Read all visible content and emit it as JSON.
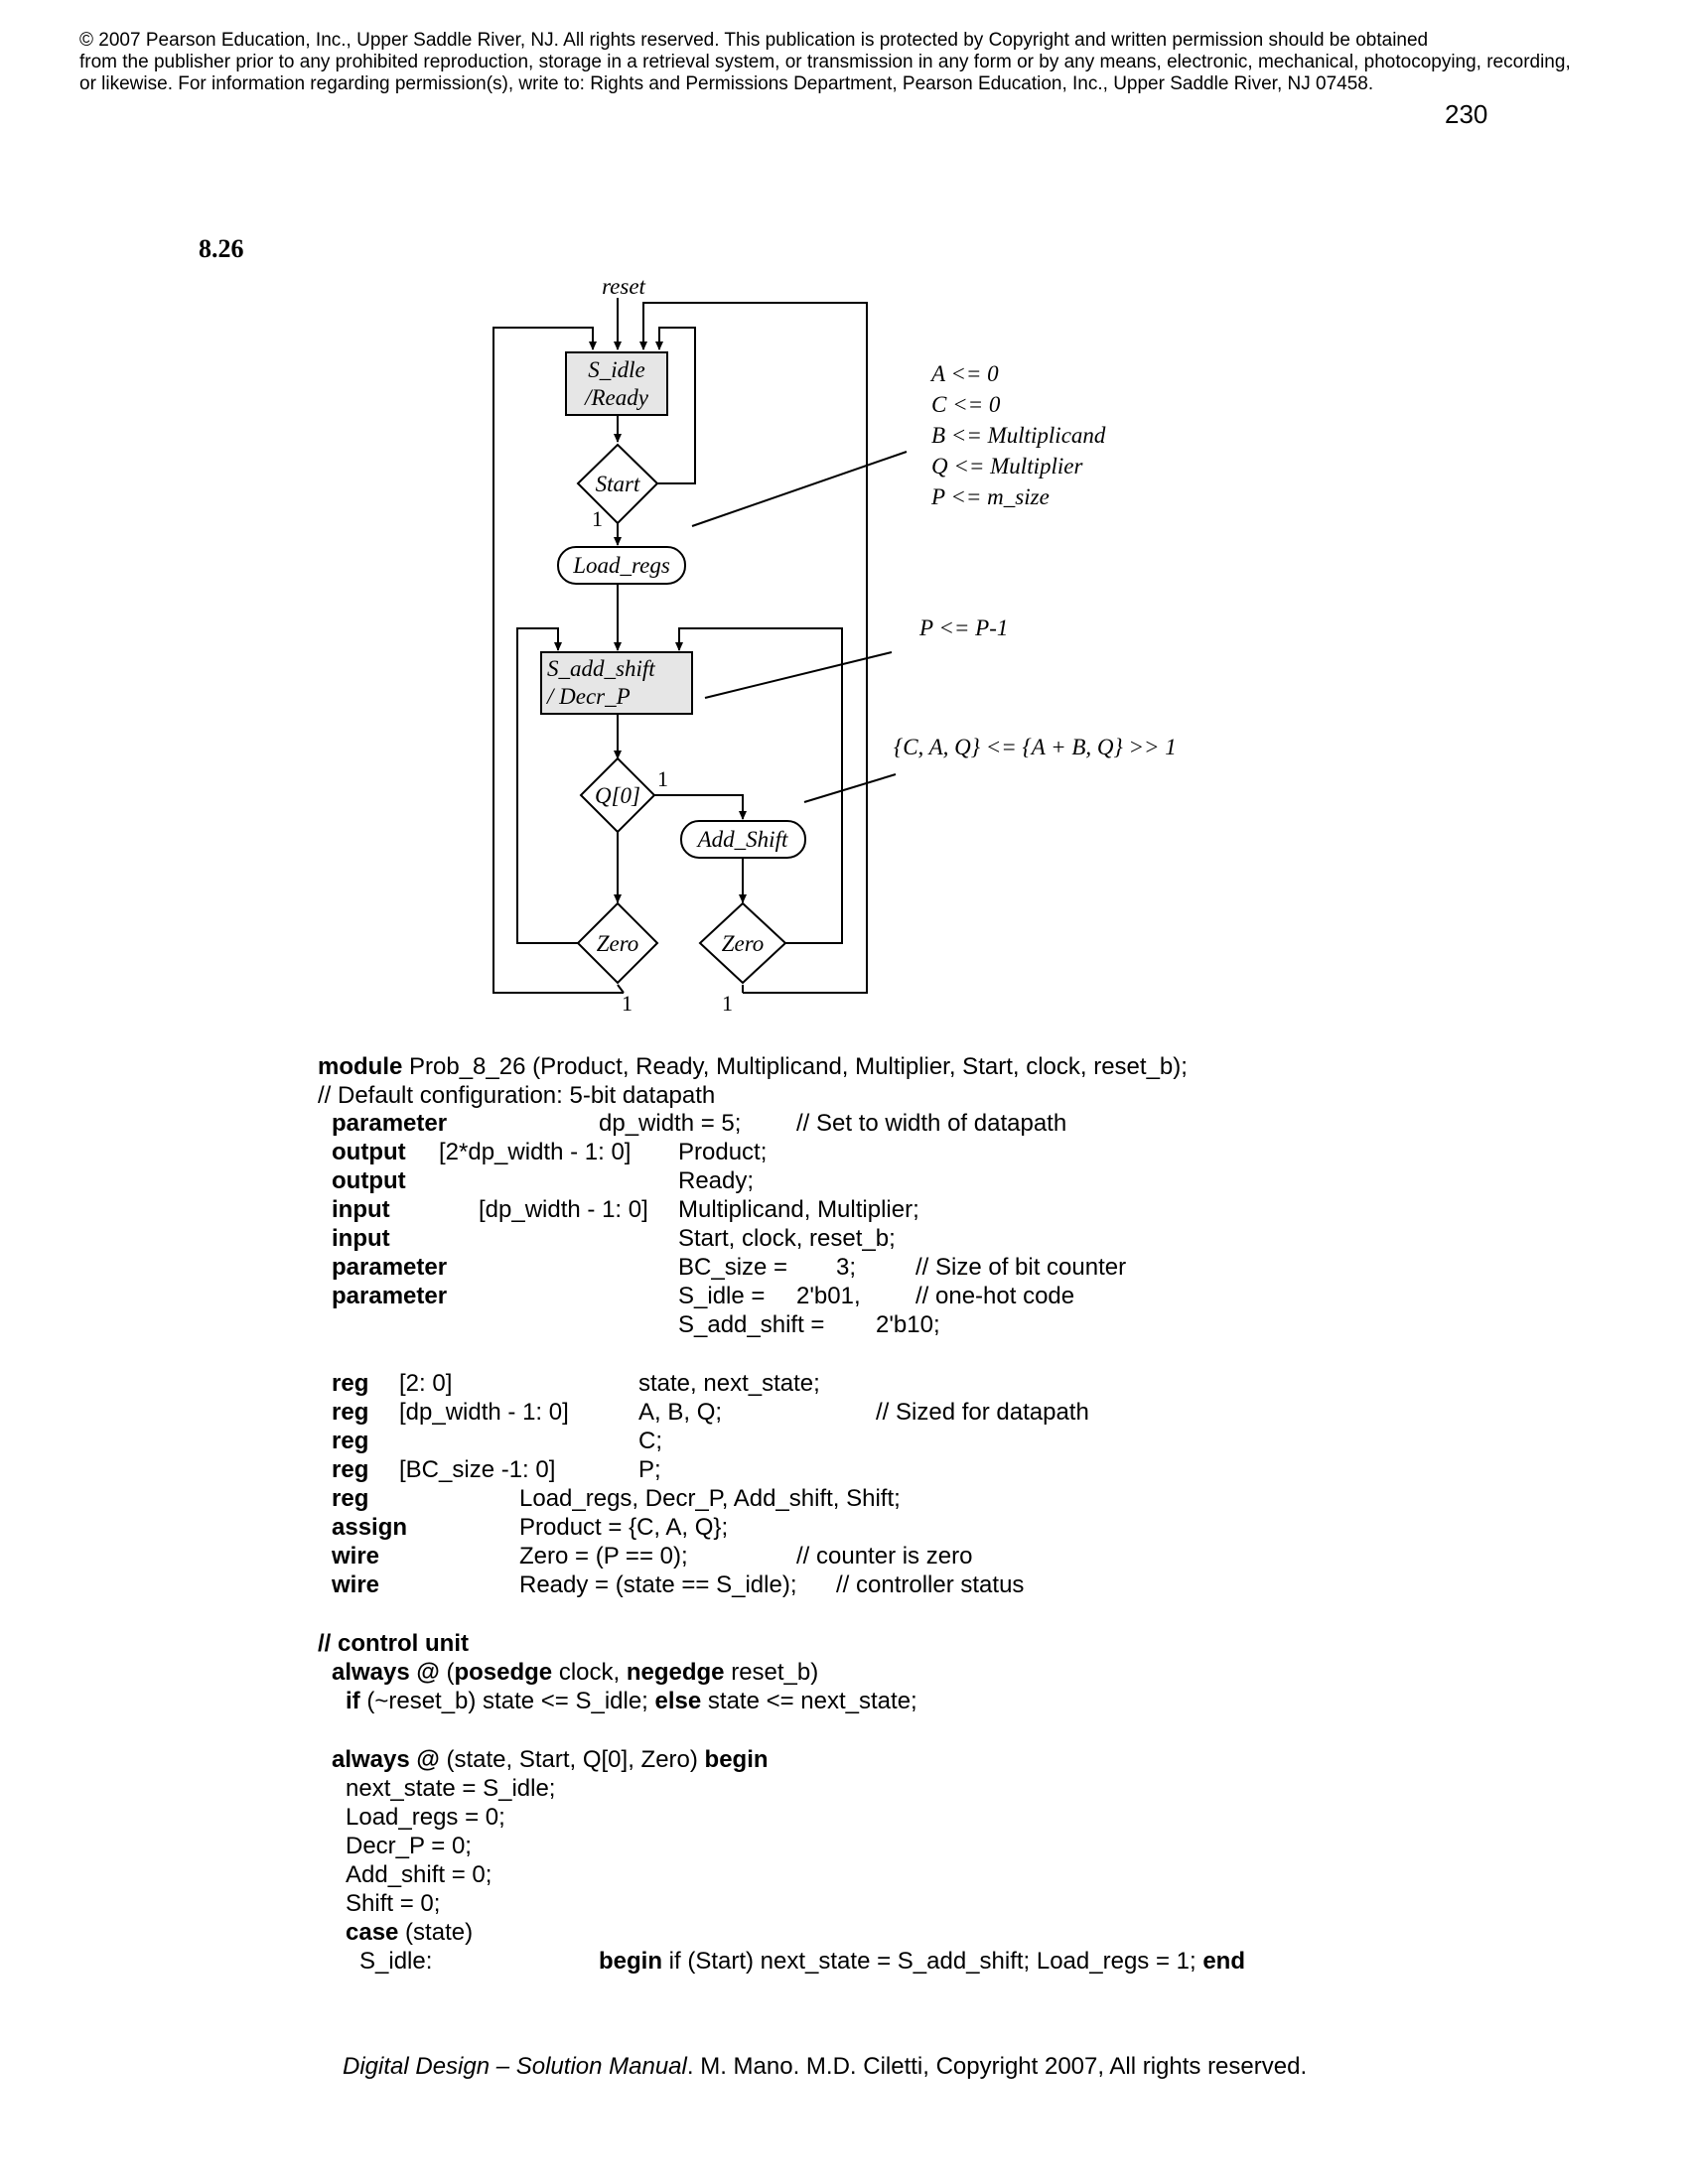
{
  "header": {
    "copyright": "© 2007 Pearson Education, Inc., Upper Saddle River, NJ.  All rights reserved. This publication is protected by Copyright and written permission should be obtained\nfrom the publisher prior to any prohibited reproduction, storage in a retrieval system,  or transmission in any form or by any means, electronic, mechanical, photocopying, recording,\nor  likewise.  For information regarding permission(s), write to:  Rights and Permissions Department, Pearson Education, Inc., Upper Saddle River, NJ 07458.",
    "page_number": "230"
  },
  "problem_number": "8.26",
  "diagram": {
    "reset_label": "reset",
    "s_idle_line1": "S_idle",
    "s_idle_line2": "/Ready",
    "start": "Start",
    "one_start": "1",
    "load_regs": "Load_regs",
    "s_add_shift_line1": "S_add_shift",
    "s_add_shift_line2": "/ Decr_P",
    "q0": "Q[0]",
    "one_q0": "1",
    "add_shift": "Add_Shift",
    "zero_left": "Zero",
    "zero_right": "Zero",
    "one_zero_left": "1",
    "one_zero_right": "1",
    "annot_a": "A <= 0",
    "annot_c": "C <= 0",
    "annot_b": "B <= Multiplicand",
    "annot_q": "Q <= Multiplier",
    "annot_p": "P <= m_size",
    "annot_decr": "P <= P-1",
    "annot_shift": "{C, A, Q} <= {A + B, Q} >> 1"
  },
  "code": {
    "module_kw": "module",
    "module_rest": " Prob_8_26 (Product, Ready, Multiplicand, Multiplier, Start, clock, reset_b);",
    "comment_default": "// Default configuration: 5-bit datapath",
    "kw_parameter": "parameter",
    "kw_output": "output",
    "kw_input": "input",
    "kw_reg": "reg",
    "kw_assign": "assign",
    "kw_wire": "wire",
    "dp_width": "dp_width = 5;",
    "dp_comment": "// Set to width of datapath",
    "out_range": "[2*dp_width - 1: 0]",
    "product": "Product;",
    "ready": "Ready;",
    "in_range": "[dp_width - 1: 0]",
    "mult": "Multiplicand, Multiplier;",
    "start_clk": "Start, clock, reset_b;",
    "bc_size": "BC_size =",
    "bc_val": "3;",
    "bc_comment": "// Size of bit counter",
    "s_idle": "S_idle =",
    "s_idle_val": "2'b01,",
    "onehot_comment": "// one-hot code",
    "s_add_shift": "S_add_shift =",
    "s_add_shift_val": "2'b10;",
    "reg_r1": "[2: 0]",
    "reg_v1": "state, next_state;",
    "reg_r2": "[dp_width - 1: 0]",
    "reg_v2": "A, B, Q;",
    "reg_c2": "// Sized for datapath",
    "reg_v3": "C;",
    "reg_r4": "[BC_size -1: 0]",
    "reg_v4": "P;",
    "reg_v5": "Load_regs, Decr_P, Add_shift, Shift;",
    "assign_v": "Product = {C, A, Q};",
    "wire1_v": "Zero = (P == 0);",
    "wire1_c": "// counter is zero",
    "wire2_v": "Ready = (state == S_idle);",
    "wire2_c": "// controller status",
    "control_unit": "// control unit",
    "always_kw": "always @",
    "posedge": "posedge",
    "negedge": "negedge",
    "clock_sep": " clock, ",
    "reset_close": " reset_b)",
    "if_kw": "if",
    "if_mid": " (~reset_b) state <= S_idle; ",
    "else_kw": "else",
    "if_end": " state <= next_state;",
    "always2_args": " (state, Start, Q[0], Zero) ",
    "begin_kw": "begin",
    "ns_idle": "next_state = S_idle;",
    "lr0": "Load_regs = 0;",
    "dp0": "Decr_P = 0;",
    "as0": "Add_shift = 0;",
    "sh0": "Shift = 0;",
    "case_kw": "case",
    "case_arg": " (state)",
    "s_idle_case": "S_idle:",
    "if_start": " if (Start) next_state = S_add_shift; Load_regs = 1; ",
    "end_kw": "end"
  },
  "footer": {
    "italic": "Digital Design – Solution Manual",
    "rest": ". M. Mano. M.D. Ciletti, Copyright 2007, All rights reserved."
  }
}
